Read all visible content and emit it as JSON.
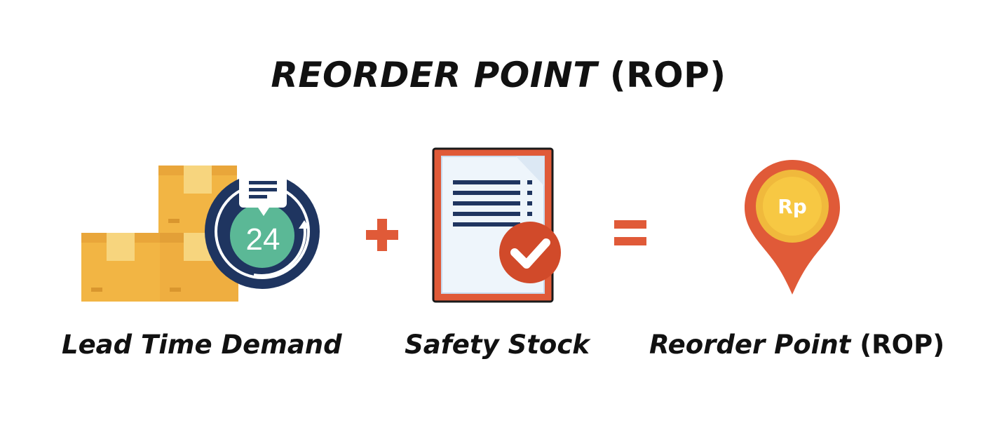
{
  "title": {
    "italic_part": "REORDER POINT",
    "plain_part": "(ROP)"
  },
  "terms": [
    {
      "label": "Lead Time Demand",
      "icon": "boxes-24-hour-clock-icon",
      "badge": "24"
    },
    {
      "label": "Safety Stock",
      "icon": "clipboard-checklist-icon"
    },
    {
      "label_italic": "Reorder Point",
      "label_plain": "(ROP)",
      "icon": "location-pin-coin-icon",
      "coin_text": "Rp"
    }
  ],
  "operators": {
    "plus": "+",
    "equals": "="
  },
  "colors": {
    "accent": "#E05A38",
    "box": "#F2B544",
    "navy": "#1F3560",
    "teal": "#5BB896",
    "gold": "#F7C843"
  }
}
